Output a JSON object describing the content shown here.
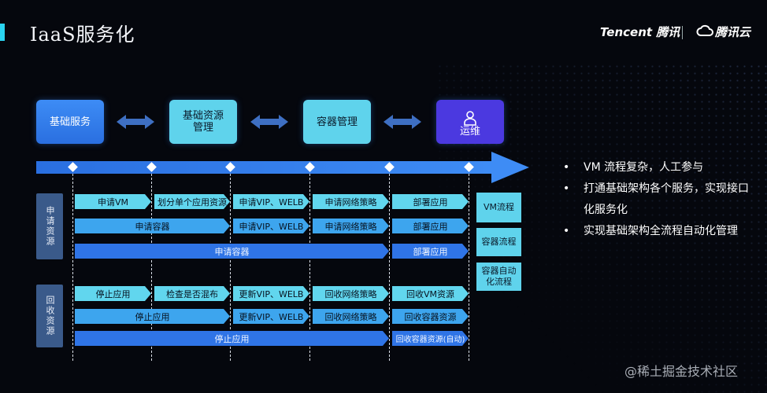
{
  "title": "IaaS服务化",
  "logo": {
    "tencent": "Tencent 腾讯",
    "cloud": "腾讯云"
  },
  "stages": [
    {
      "label": "基础服务"
    },
    {
      "label": "基础资源管理"
    },
    {
      "label": "容器管理"
    },
    {
      "label": "运维"
    }
  ],
  "groups": {
    "apply": "申请资源",
    "reclaim": "回收资源"
  },
  "apply_rows": [
    [
      "申请VM",
      "划分单个应用资源",
      "申请VIP、WELB",
      "申请网络策略",
      "部署应用"
    ],
    [
      "申请容器",
      "申请VIP、WELB",
      "申请网络策略",
      "部署应用"
    ],
    [
      "申请容器",
      "部署应用"
    ]
  ],
  "reclaim_rows": [
    [
      "停止应用",
      "检查是否混布",
      "更新VIP、WELB",
      "回收网络策略",
      "回收VM资源"
    ],
    [
      "停止应用",
      "更新VIP、WELB",
      "回收网络策略",
      "回收容器资源"
    ],
    [
      "停止应用",
      "回收容器资源(自动)"
    ]
  ],
  "flows": [
    "VM流程",
    "容器流程",
    "容器自动化流程"
  ],
  "bullets": [
    "VM 流程复杂，人工参与",
    "打通基础架构各个服务，实现接口化服务化",
    "实现基础架构全流程自动化管理"
  ],
  "watermark": "@稀土掘金技术社区",
  "colors": {
    "accent": "#2ad4f0",
    "light": "#61d6ee",
    "mid": "#3da5ee",
    "dark": "#2f74e6",
    "ops": "#4b39e0"
  }
}
